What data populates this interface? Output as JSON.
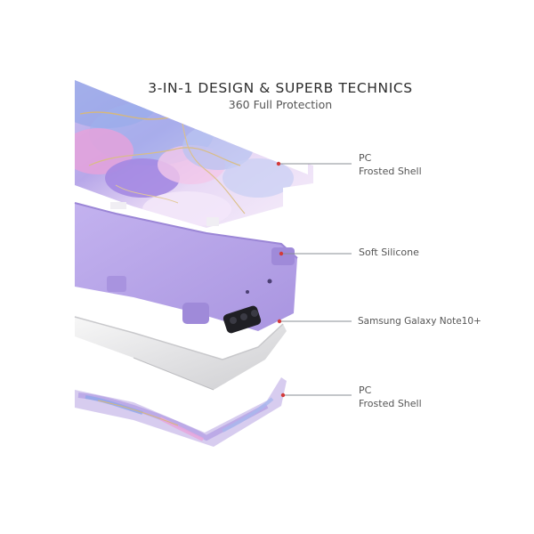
{
  "heading": {
    "title": "3-IN-1 DESIGN & SUPERB TECHNICS",
    "subtitle": "360 Full Protection"
  },
  "callouts": [
    {
      "line1": "PC",
      "line2": "Frosted Shell"
    },
    {
      "line1": "Soft Silicone",
      "line2": ""
    },
    {
      "line1": "Samsung Galaxy Note10+",
      "line2": ""
    },
    {
      "line1": "PC",
      "line2": "Frosted Shell"
    }
  ],
  "colors": {
    "marble_lavender": "#b8a9e6",
    "marble_pink": "#e7a6dc",
    "silicone_purple": "#b7a3e8",
    "phone_silver": "#e9e9ea",
    "gold_vein": "#d7b87a",
    "leader_line": "#8a8f95",
    "leader_dot": "#d33a3a"
  }
}
